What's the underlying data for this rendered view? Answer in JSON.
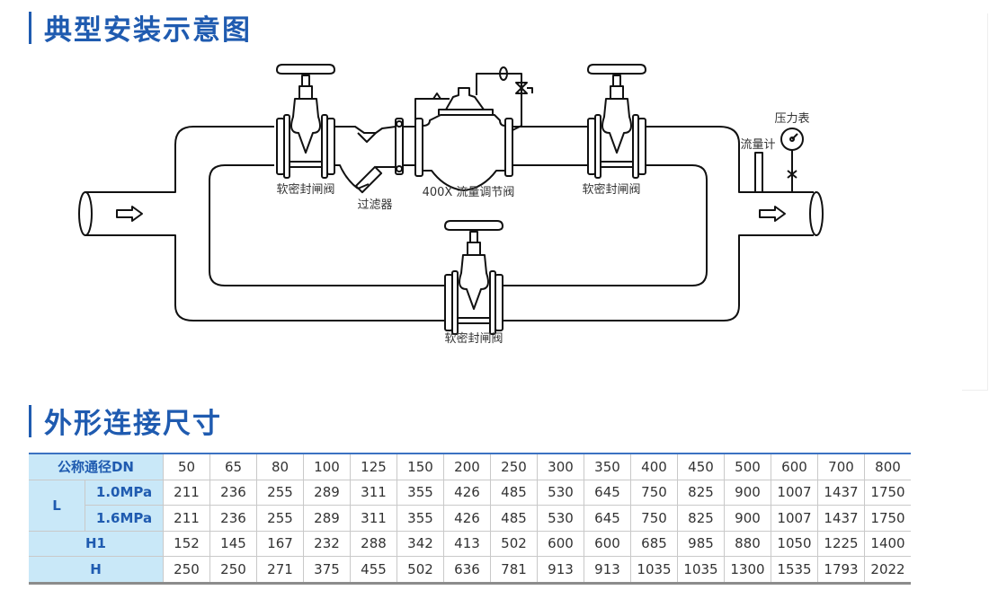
{
  "sections": {
    "installation_title": "典型安装示意图",
    "dimensions_title": "外形连接尺寸"
  },
  "diagram": {
    "labels": {
      "gate_valve_1": "软密封闸阀",
      "strainer": "过滤器",
      "flow_control_valve": "400X 流量调节阀",
      "gate_valve_2": "软密封闸阀",
      "gate_valve_bypass": "软密封闸阀",
      "flow_meter": "流量计",
      "pressure_gauge": "压力表"
    },
    "flow_direction": "left-to-right"
  },
  "table": {
    "header_label": "公称通径DN",
    "dn": [
      "50",
      "65",
      "80",
      "100",
      "125",
      "150",
      "200",
      "250",
      "300",
      "350",
      "400",
      "450",
      "500",
      "600",
      "700",
      "800"
    ],
    "L_label": "L",
    "L_rows": [
      {
        "pressure": "1.0MPa",
        "values": [
          "211",
          "236",
          "255",
          "289",
          "311",
          "355",
          "426",
          "485",
          "530",
          "645",
          "750",
          "825",
          "900",
          "1007",
          "1437",
          "1750"
        ]
      },
      {
        "pressure": "1.6MPa",
        "values": [
          "211",
          "236",
          "255",
          "289",
          "311",
          "355",
          "426",
          "485",
          "530",
          "645",
          "750",
          "825",
          "900",
          "1007",
          "1437",
          "1750"
        ]
      }
    ],
    "H1_label": "H1",
    "H1": [
      "152",
      "145",
      "167",
      "232",
      "288",
      "342",
      "413",
      "502",
      "600",
      "600",
      "685",
      "985",
      "880",
      "1050",
      "1225",
      "1400"
    ],
    "H_label": "H",
    "H": [
      "250",
      "250",
      "271",
      "375",
      "455",
      "502",
      "636",
      "781",
      "913",
      "913",
      "1035",
      "1035",
      "1300",
      "1535",
      "1793",
      "2022"
    ]
  },
  "colors": {
    "accent": "#1f5bb0",
    "header_cell_bg": "#c9e8f8",
    "table_top_border": "#3b72c2"
  }
}
